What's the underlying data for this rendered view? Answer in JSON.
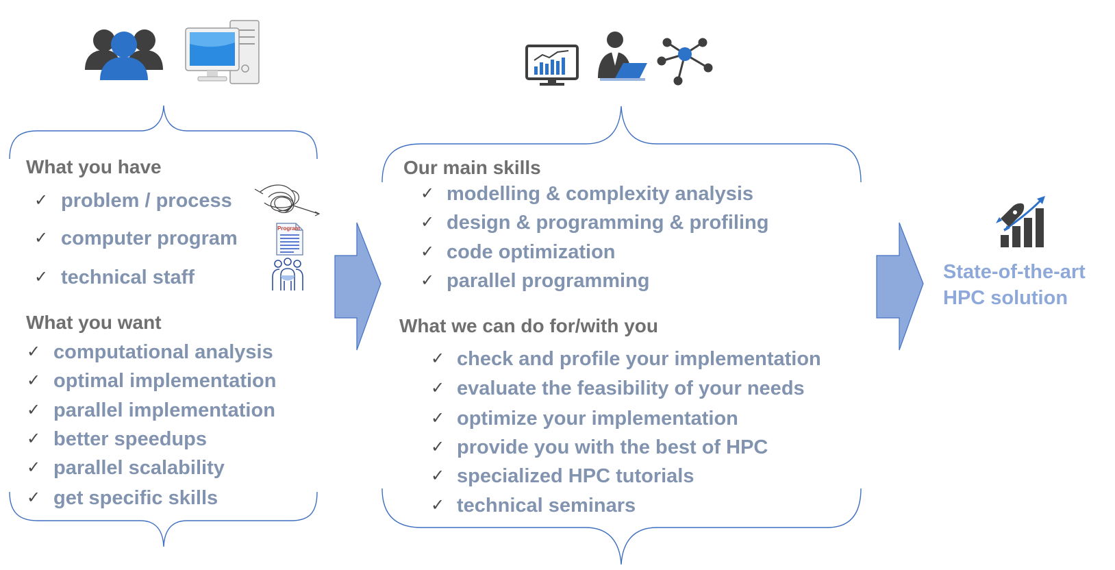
{
  "left": {
    "have_title": "What you have",
    "have_items": [
      "problem / process",
      "computer program",
      "technical staff"
    ],
    "want_title": "What you want",
    "want_items": [
      "computational analysis",
      "optimal implementation",
      "parallel implementation",
      "better speedups",
      "parallel scalability",
      "get specific skills"
    ],
    "program_doc_label": "Program"
  },
  "middle": {
    "skills_title": "Our main skills",
    "skills_items": [
      "modelling & complexity analysis",
      "design & programming & profiling",
      "code optimization",
      "parallel programming"
    ],
    "do_title": "What we can do for/with you",
    "do_items": [
      "check and profile your implementation",
      "evaluate the feasibility of  your needs",
      "optimize your implementation",
      "provide you with the best of  HPC",
      "specialized HPC tutorials",
      "technical seminars"
    ]
  },
  "result": {
    "line1": "State-of-the-art",
    "line2": "HPC solution"
  },
  "icons": [
    "users-icon",
    "desktop-computer-icon",
    "monitor-chart-icon",
    "person-laptop-icon",
    "network-icon",
    "tangle-icon",
    "program-document-icon",
    "team-icon",
    "rocket-growth-icon"
  ],
  "colors": {
    "heading": "#6f6f6f",
    "item": "#8193ae",
    "brace": "#3e6fc0",
    "arrow_fill": "#8ea9db",
    "arrow_stroke": "#4472c4",
    "result": "#8ea9d9",
    "icon_blue": "#2d72c9",
    "icon_dark": "#3f3f3f"
  }
}
